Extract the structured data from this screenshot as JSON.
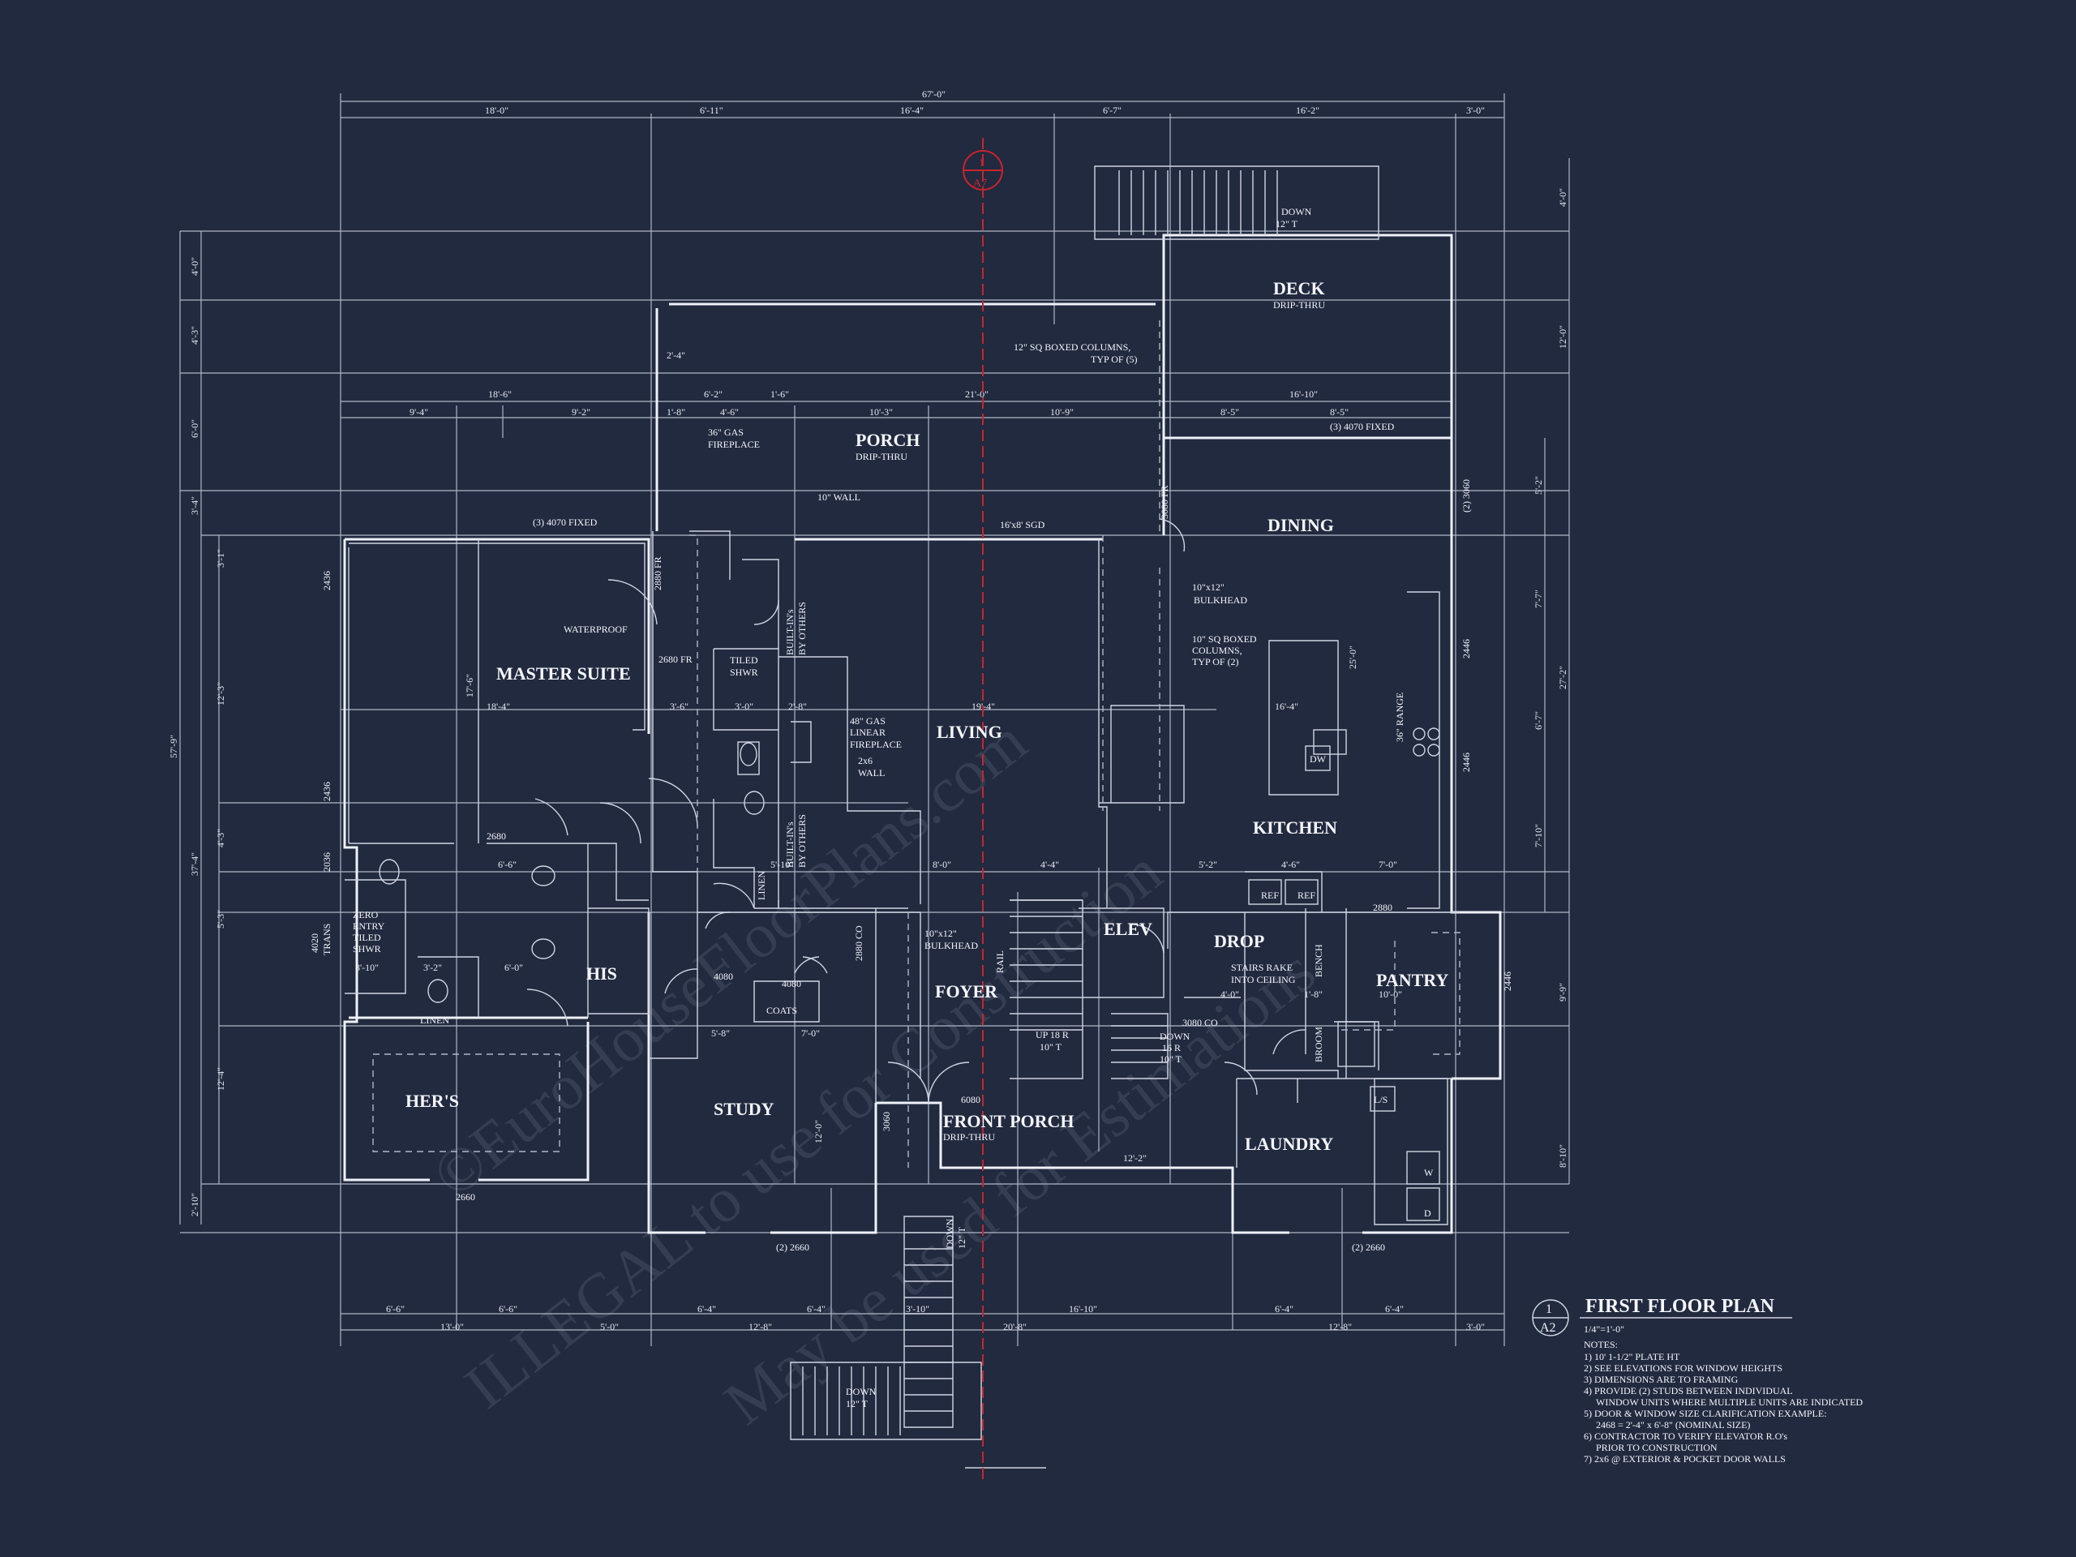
{
  "plan": {
    "title": "FIRST FLOOR PLAN",
    "scale": "1/4\"=1'-0\"",
    "tag_number": "1",
    "tag_sheet": "A2",
    "section_number": "1",
    "section_sheet": "A7",
    "notes_label": "NOTES:",
    "notes": [
      "1) 10' 1-1/2\" PLATE HT",
      "2) SEE ELEVATIONS FOR WINDOW HEIGHTS",
      "3) DIMENSIONS ARE TO FRAMING",
      "4) PROVIDE (2) STUDS BETWEEN INDIVIDUAL",
      "WINDOW UNITS WHERE MULTIPLE UNITS ARE INDICATED",
      "5) DOOR & WINDOW SIZE CLARIFICATION EXAMPLE:",
      "2468 = 2'-4\" x 6'-8\" (NOMINAL SIZE)",
      "6) CONTRACTOR TO VERIFY ELEVATOR R.O's",
      "PRIOR TO CONSTRUCTION",
      "7) 2x6 @ EXTERIOR & POCKET DOOR WALLS"
    ],
    "watermark_1": "ILLEGAL to use for Construction",
    "watermark_2": "©EuroHouseFloorPlans.com",
    "watermark_3": "May be used for Estimations",
    "colors": {
      "background": "#222a3f",
      "line": "#eef1f7",
      "accent": "#c8242e"
    }
  },
  "rooms": {
    "deck": "DECK",
    "deck_sub": "DRIP-THRU",
    "porch": "PORCH",
    "porch_sub": "DRIP-THRU",
    "dining": "DINING",
    "master": "MASTER SUITE",
    "living": "LIVING",
    "kitchen": "KITCHEN",
    "elev": "ELEV",
    "drop": "DROP",
    "pantry": "PANTRY",
    "his": "HIS",
    "hers": "HER'S",
    "foyer": "FOYER",
    "study": "STUDY",
    "front_porch": "FRONT PORCH",
    "front_porch_sub": "DRIP-THRU",
    "laundry": "LAUNDRY"
  },
  "labels": {
    "down_top": "DOWN",
    "down_top_r": "12\" T",
    "columns_12": "12\" SQ BOXED COLUMNS,",
    "columns_12b": "TYP OF (5)",
    "win_4070_a": "(3) 4070 FIXED",
    "win_4070_b": "(3) 4070 FIXED",
    "gas_fp": "36\" GAS",
    "gas_fp2": "FIREPLACE",
    "wall10": "10\" WALL",
    "sgd": "16'x8' SGD",
    "bulkhead_a": "10\"x12\"",
    "bulkhead_b": "BULKHEAD",
    "columns_10": "10\" SQ BOXED",
    "columns_10b": "COLUMNS,",
    "columns_10c": "TYP OF (2)",
    "waterproof": "WATERPROOF",
    "tiled_shwr": "TILED",
    "tiled_shwr2": "SHWR",
    "linear_fp": "48\" GAS",
    "linear_fp2": "LINEAR",
    "linear_fp3": "FIREPLACE",
    "wall2x6": "2x6",
    "wall2x6b": "WALL",
    "builtins": "BUILT-IN's",
    "builtins2": "BY OTHERS",
    "range": "36\" RANGE",
    "dw": "DW",
    "ref": "REF",
    "ref2": "REF",
    "linen": "LINEN",
    "linen2": "LINEN",
    "zero_entry": "ZERO",
    "zero_entry2": "ENTRY",
    "zero_entry3": "TILED",
    "zero_entry4": "SHWR",
    "coats": "COATS",
    "bulkhead_f": "10\"x12\"",
    "bulkhead_f2": "BULKHEAD",
    "rail": "RAIL",
    "up": "UP 18 R",
    "up2": "10\" T",
    "down_mid": "DOWN",
    "down_mid2": "16 R",
    "down_mid3": "10\" T",
    "stairs_rake": "STAIRS RAKE",
    "stairs_rake2": "INTO CEILING",
    "bench": "BENCH",
    "broom": "BROOM",
    "ls": "L/S",
    "w": "W",
    "d": "D",
    "down_front": "DOWN",
    "down_front2": "12\" T",
    "down_bottom": "DOWN",
    "down_bottom2": "12\" T",
    "win_2660a": "2660",
    "win_2660b": "(2) 2660",
    "win_2660c": "(2) 2660",
    "door_6080": "6080",
    "door_2680": "2680",
    "door_2880fr": "2880 FR",
    "door_2680fr": "2680 FR",
    "door_3080fr": "3080 FR",
    "door_3060": "3060",
    "door_4080a": "4080",
    "door_4080b": "4080",
    "door_2880co": "2880 CO",
    "door_3080co": "3080 CO",
    "door_2880": "2880",
    "win_2436a": "2436",
    "win_2436b": "2436",
    "win_2036": "2036",
    "win_4020": "4020",
    "win_4020b": "TRANS",
    "win_2446a": "2446",
    "win_2446b": "2446",
    "win_2446c": "2446",
    "win_3060": "(2) 3060"
  },
  "dims": {
    "top_total": "67'-0\"",
    "top": [
      "18'-0\"",
      "6'-11\"",
      "16'-4\"",
      "6'-7\"",
      "16'-2\"",
      "3'-0\""
    ],
    "mid1": [
      "18'-6\"",
      "2'-4\"",
      "6'-2\"",
      "1'-6\"",
      "21'-0\"",
      "16'-10\""
    ],
    "mid2": [
      "9'-4\"",
      "9'-2\"",
      "1'-8\"",
      "4'-6\"",
      "10'-3\"",
      "10'-9\"",
      "8'-5\"",
      "8'-5\""
    ],
    "bottom1": [
      "6'-6\"",
      "6'-6\"",
      "6'-4\"",
      "6'-4\"",
      "3'-10\"",
      "16'-10\"",
      "6'-4\"",
      "6'-4\""
    ],
    "bottom2": [
      "13'-0\"",
      "5'-0\"",
      "12'-8\"",
      "20'-8\"",
      "12'-8\"",
      "3'-0\""
    ],
    "left_total": "57'-9\"",
    "left": [
      "4'-0\"",
      "4'-3\"",
      "6'-0\"",
      "3'-4\"",
      "3'-1\"",
      "12'-3\"",
      "4'-3\"",
      "37'-4\"",
      "5'-3\"",
      "12'-4\"",
      "2'-10\""
    ],
    "right": [
      "4'-0\"",
      "12'-0\"",
      "5'-2\"",
      "7'-7\"",
      "6'-7\"",
      "27'-2\"",
      "7'-10\"",
      "9'-9\"",
      "8'-10\""
    ],
    "inner": [
      "18'-4\"",
      "19'-4\"",
      "16'-4\"",
      "17'-6\"",
      "25'-0\"",
      "12'-2\"",
      "12'-0\"",
      "5'-10\"",
      "8'-0\"",
      "4'-4\"",
      "5'-2\"",
      "7'-0\"",
      "4'-6\"",
      "6'-6\"",
      "3'-2\"",
      "6'-0\"",
      "3'-10\"",
      "5'-8\"",
      "7'-0\"",
      "10'-0\"",
      "4'-0\"",
      "1'-8\"",
      "3'-6\"",
      "3'-0\"",
      "2'-8\""
    ]
  }
}
